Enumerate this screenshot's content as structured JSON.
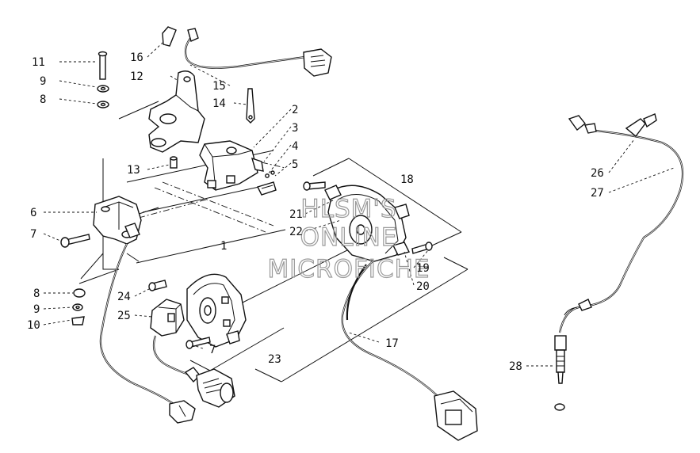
{
  "watermark": {
    "lines": [
      "HLSM'S",
      "ONLINE",
      "MICROFICHE"
    ]
  },
  "callouts": [
    "1",
    "2",
    "3",
    "4",
    "5",
    "6",
    "7",
    "7",
    "8",
    "8",
    "9",
    "9",
    "10",
    "11",
    "12",
    "13",
    "14",
    "15",
    "16",
    "17",
    "18",
    "19",
    "20",
    "21",
    "22",
    "23",
    "24",
    "25",
    "26",
    "27",
    "28"
  ]
}
